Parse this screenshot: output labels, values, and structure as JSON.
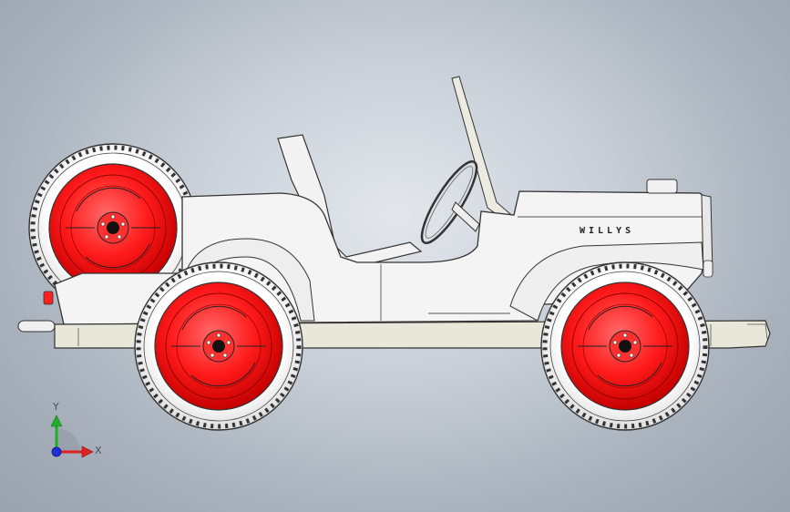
{
  "model": {
    "hood_text": "WILLYS",
    "body_color": "#f2f2f2",
    "frame_color": "#e6e4d6",
    "wheel_color": "#ff1a1a",
    "tire_color": "#f4f4f4"
  },
  "triad": {
    "x_label": "X",
    "y_label": "Y",
    "x_color": "#e02020",
    "y_color": "#1fae2a",
    "z_color": "#1f2fd6"
  }
}
